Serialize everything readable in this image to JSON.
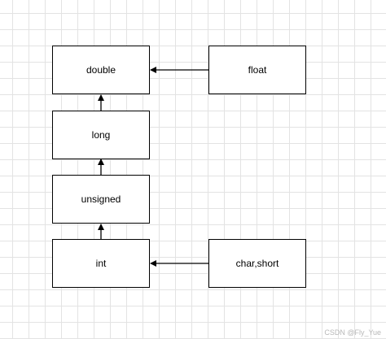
{
  "nodes": {
    "double": "double",
    "float": "float",
    "long": "long",
    "unsigned": "unsigned",
    "int": "int",
    "char_short": "char,short"
  },
  "edges": [
    {
      "from": "float",
      "to": "double"
    },
    {
      "from": "long",
      "to": "double"
    },
    {
      "from": "unsigned",
      "to": "long"
    },
    {
      "from": "int",
      "to": "unsigned"
    },
    {
      "from": "char_short",
      "to": "int"
    }
  ],
  "watermark": "CSDN @Fly_Yue",
  "colors": {
    "stroke": "#000000",
    "grid": "#e3e3e3",
    "watermark": "#b8b8b8"
  }
}
